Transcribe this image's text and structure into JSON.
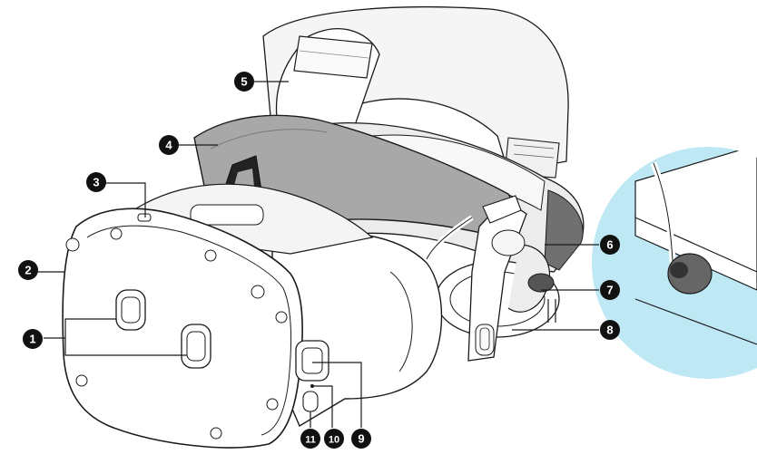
{
  "colors": {
    "outline": "#1a1a1a",
    "body_fill": "#ffffff",
    "strap_fill": "#f4f4f4",
    "band_grey": "#a9a9a9",
    "band_dark": "#6f6f6f",
    "inset_bg": "#bde8f4",
    "callout_fill": "#111111",
    "callout_text": "#ffffff"
  },
  "callouts": [
    {
      "id": "1",
      "label": "1",
      "part": "lenses"
    },
    {
      "id": "2",
      "label": "2",
      "part": "front-faceplate"
    },
    {
      "id": "3",
      "label": "3",
      "part": "status-light"
    },
    {
      "id": "4",
      "label": "4",
      "part": "head-pad"
    },
    {
      "id": "5",
      "label": "5",
      "part": "top-strap"
    },
    {
      "id": "6",
      "label": "6",
      "part": "headset-cable"
    },
    {
      "id": "7",
      "label": "7",
      "part": "cable-holder"
    },
    {
      "id": "8",
      "label": "8",
      "part": "headphones"
    },
    {
      "id": "9",
      "label": "9",
      "part": "ipd-knob"
    },
    {
      "id": "10",
      "label": "10",
      "part": "microphone"
    },
    {
      "id": "11",
      "label": "11",
      "part": "menu-button"
    }
  ]
}
